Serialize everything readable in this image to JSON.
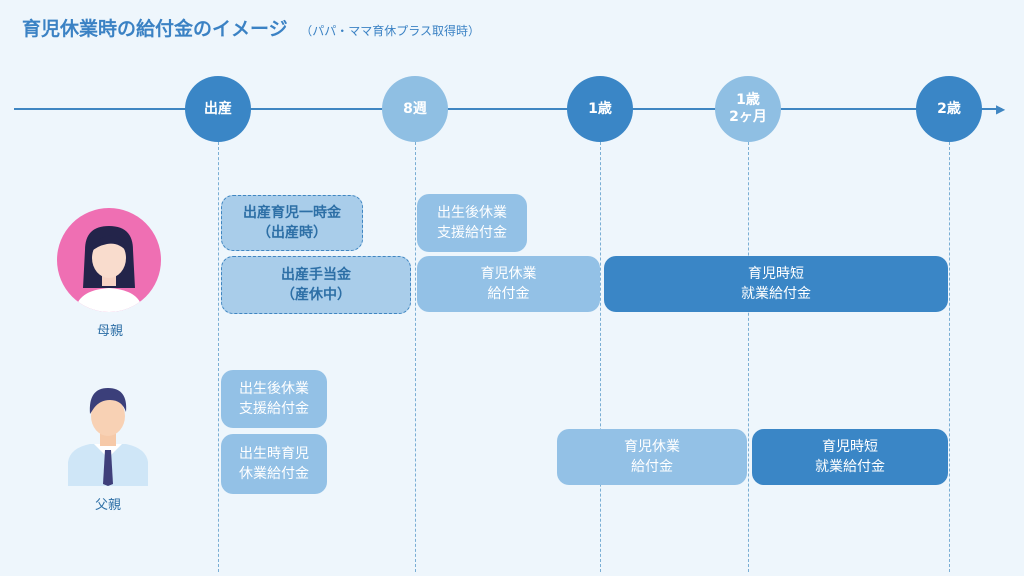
{
  "title": {
    "main": "育児休業時の給付金のイメージ",
    "sub": "（パパ・ママ育休プラス取得時）"
  },
  "milestones": [
    {
      "label": "出産",
      "style": "dark"
    },
    {
      "label": "8週",
      "style": "light"
    },
    {
      "label": "1歳",
      "style": "dark"
    },
    {
      "label": "1歳\n2ヶ月",
      "style": "light"
    },
    {
      "label": "2歳",
      "style": "dark"
    }
  ],
  "people": {
    "mother": {
      "label": "母親"
    },
    "father": {
      "label": "父親"
    }
  },
  "mother_benefits": [
    {
      "label": "出産育児一時金\n（出産時）",
      "style": "pale-dash"
    },
    {
      "label": "出産手当金\n（産休中）",
      "style": "pale-dash"
    },
    {
      "label": "出生後休業\n支援給付金",
      "style": "light"
    },
    {
      "label": "育児休業\n給付金",
      "style": "light"
    },
    {
      "label": "育児時短\n就業給付金",
      "style": "dark"
    }
  ],
  "father_benefits": [
    {
      "label": "出生後休業\n支援給付金",
      "style": "light"
    },
    {
      "label": "出生時育児\n休業給付金",
      "style": "light"
    },
    {
      "label": "育児休業\n給付金",
      "style": "light"
    },
    {
      "label": "育児時短\n就業給付金",
      "style": "dark"
    }
  ],
  "colors": {
    "background": "#eef6fc",
    "accent_dark": "#3a86c6",
    "accent_light": "#93c1e6",
    "accent_pale": "#a9cdea",
    "mother_avatar_bg": "#ef6fb3"
  }
}
